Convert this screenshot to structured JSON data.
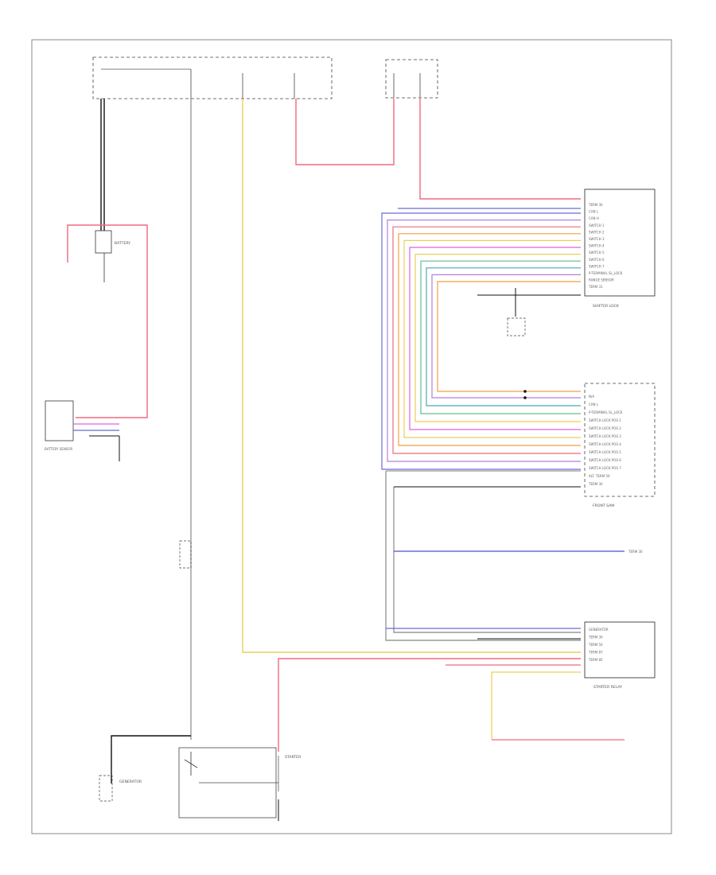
{
  "components": {
    "power_dist_box": "",
    "fuse_box_right": "",
    "battery": "BATTERY",
    "battery_sensor": "BATTERY SENSOR",
    "body_ground_label": "",
    "ecm": "",
    "shifter_lock": "SHIFTER LOCK",
    "front_sam": "FRONT SAM",
    "start_stop_switch": "",
    "starter_relay": "STARTER RELAY",
    "load_sensor": "",
    "starter": "STARTER",
    "generator": "GENERATOR",
    "transfer_relay": "",
    "right_rear_lamp": ""
  },
  "pin_labels": {
    "shifter": [
      "TERM 30",
      "CAN L",
      "CAN H",
      "SWITCH 1",
      "SWITCH 2",
      "SWITCH 3",
      "SWITCH 4",
      "SWITCH 5",
      "SWITCH 6",
      "SWITCH 7",
      "P-TERMINAL SL_LOCK",
      "RANGE SENSOR",
      "TERM 31"
    ],
    "sam": [
      "N/A",
      "CAN L",
      "P-TERMINAL SL_LOCK",
      "SWITCH LOCK POS 1",
      "SWITCH LOCK POS 2",
      "SWITCH LOCK POS 3",
      "SWITCH LOCK POS 4",
      "SWITCH LOCK POS 5",
      "SWITCH LOCK POS 6",
      "SWITCH LOCK POS 7",
      "ALT. TERM 50",
      "TERM 30"
    ],
    "relay": [
      "GENERATOR",
      "TERM 30",
      "TERM 50",
      "TERM 87",
      "TERM 85"
    ],
    "load": "TERM 30"
  },
  "wire_colors": {
    "red": "#f06a7f",
    "yellow": "#e9cf57",
    "gray": "#999999",
    "black": "#111111",
    "blue": "#6a6ad8",
    "magenta": "#e060e0",
    "green": "#5fbf8f",
    "teal": "#4aa8b8",
    "orange": "#f0a040",
    "violet": "#b080e0"
  },
  "footer": ""
}
